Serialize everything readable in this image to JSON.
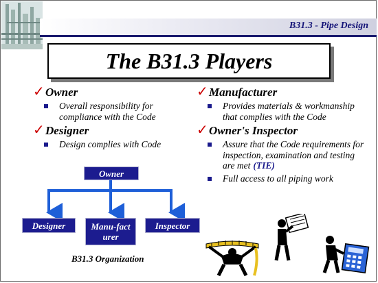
{
  "header": {
    "title": "B31.3 - Pipe Design"
  },
  "slide": {
    "title": "The B31.3 Players"
  },
  "left_column": {
    "items": [
      {
        "heading": "Owner",
        "subs": [
          "Overall responsibility for compliance with the Code"
        ]
      },
      {
        "heading": "Designer",
        "subs": [
          "Design complies with Code"
        ]
      }
    ]
  },
  "right_column": {
    "items": [
      {
        "heading": "Manufacturer",
        "subs": [
          "Provides materials & workmanship that complies with the Code"
        ]
      },
      {
        "heading": "Owner's Inspector",
        "subs": [
          "Assure that the Code requirements for inspection, examination and testing are met",
          "Full access to all piping work"
        ],
        "tie": "(TIE)"
      }
    ]
  },
  "org_chart": {
    "top": "Owner",
    "children": [
      "Designer",
      "Manu-facturer",
      "Inspector"
    ],
    "caption": "B31.3 Organization"
  },
  "colors": {
    "accent_blue": "#1c1c8f",
    "check_red": "#cc0000",
    "header_text": "#141478"
  }
}
